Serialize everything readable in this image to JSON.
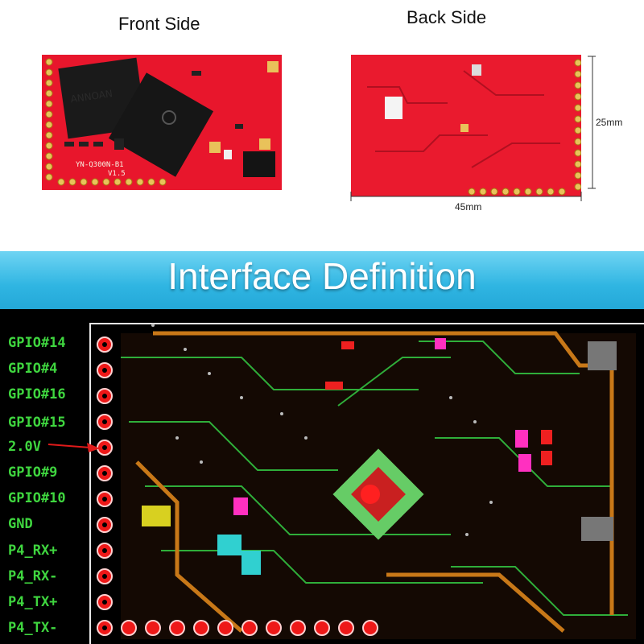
{
  "front": {
    "caption": "Front Side",
    "model_marking": "YN-Q300N-B1",
    "version_marking": "V1.5",
    "chip_marking": "ANNOAN"
  },
  "back": {
    "caption": "Back Side",
    "height_label": "25mm",
    "width_label": "45mm"
  },
  "banner": {
    "title": "Interface Definition"
  },
  "pins": [
    "GPIO#14",
    "GPIO#4",
    "GPIO#16",
    "GPIO#15",
    "2.0V",
    "GPIO#9",
    "GPIO#10",
    "GND",
    "P4_RX+",
    "P4_RX-",
    "P4_TX+",
    "P4_TX-"
  ],
  "colors": {
    "board_red": "#e8162c",
    "banner_blue": "#2fb5e2",
    "pin_label_green": "#3fd63f",
    "pcb_background": "#000000",
    "arrow_red": "#e01a1a"
  }
}
